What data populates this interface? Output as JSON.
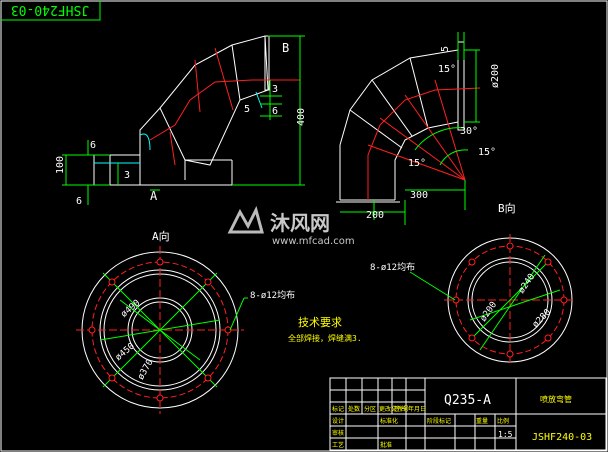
{
  "drawing": {
    "stamp": "JSHF240-03",
    "view_b_top": "B",
    "view_a_side": "A",
    "view_a_label": "A向",
    "view_b_label": "B向",
    "dim_6a": "6",
    "dim_100": "100",
    "dim_3a": "3",
    "dim_6b": "6",
    "dim_3b": "3",
    "dim_5a": "5",
    "dim_6c": "6",
    "dim_400": "400",
    "dim_5b": "5",
    "dim_15a": "15°",
    "dim_200": "ø200",
    "dim_30": "30°",
    "dim_15b": "15°",
    "dim_15c": "15°",
    "dim_300": "300",
    "dim_200b": "200",
    "holes_a": "8-ø12均布",
    "holes_b": "8-ø12均布",
    "dia_490": "ø490",
    "dia_450": "ø450",
    "dia_370": "ø370",
    "dia_240": "ø240",
    "dia_280": "ø280",
    "dia_200": "ø200",
    "tech_title": "技术要求",
    "tech_text": "全部焊接，焊缝满3."
  },
  "title_block": {
    "material": "Q235-A",
    "part_name": "喷放弯管",
    "drawing_no": "JSHF240-03",
    "scale": "1:5",
    "cells": [
      "标记",
      "处数",
      "分区",
      "更改文件号",
      "签名",
      "年月日",
      "设计",
      "标准化",
      "审核",
      "工艺",
      "批准",
      "阶段标记",
      "重量",
      "比例"
    ]
  },
  "watermark": {
    "brand": "沐风网",
    "url": "www.mfcad.com"
  },
  "colors": {
    "background": "#000000",
    "outline": "#ffffff",
    "dimension": "#00ff00",
    "centerline": "#ff2020",
    "hidden": "#00ffff",
    "title": "#ffff00"
  }
}
